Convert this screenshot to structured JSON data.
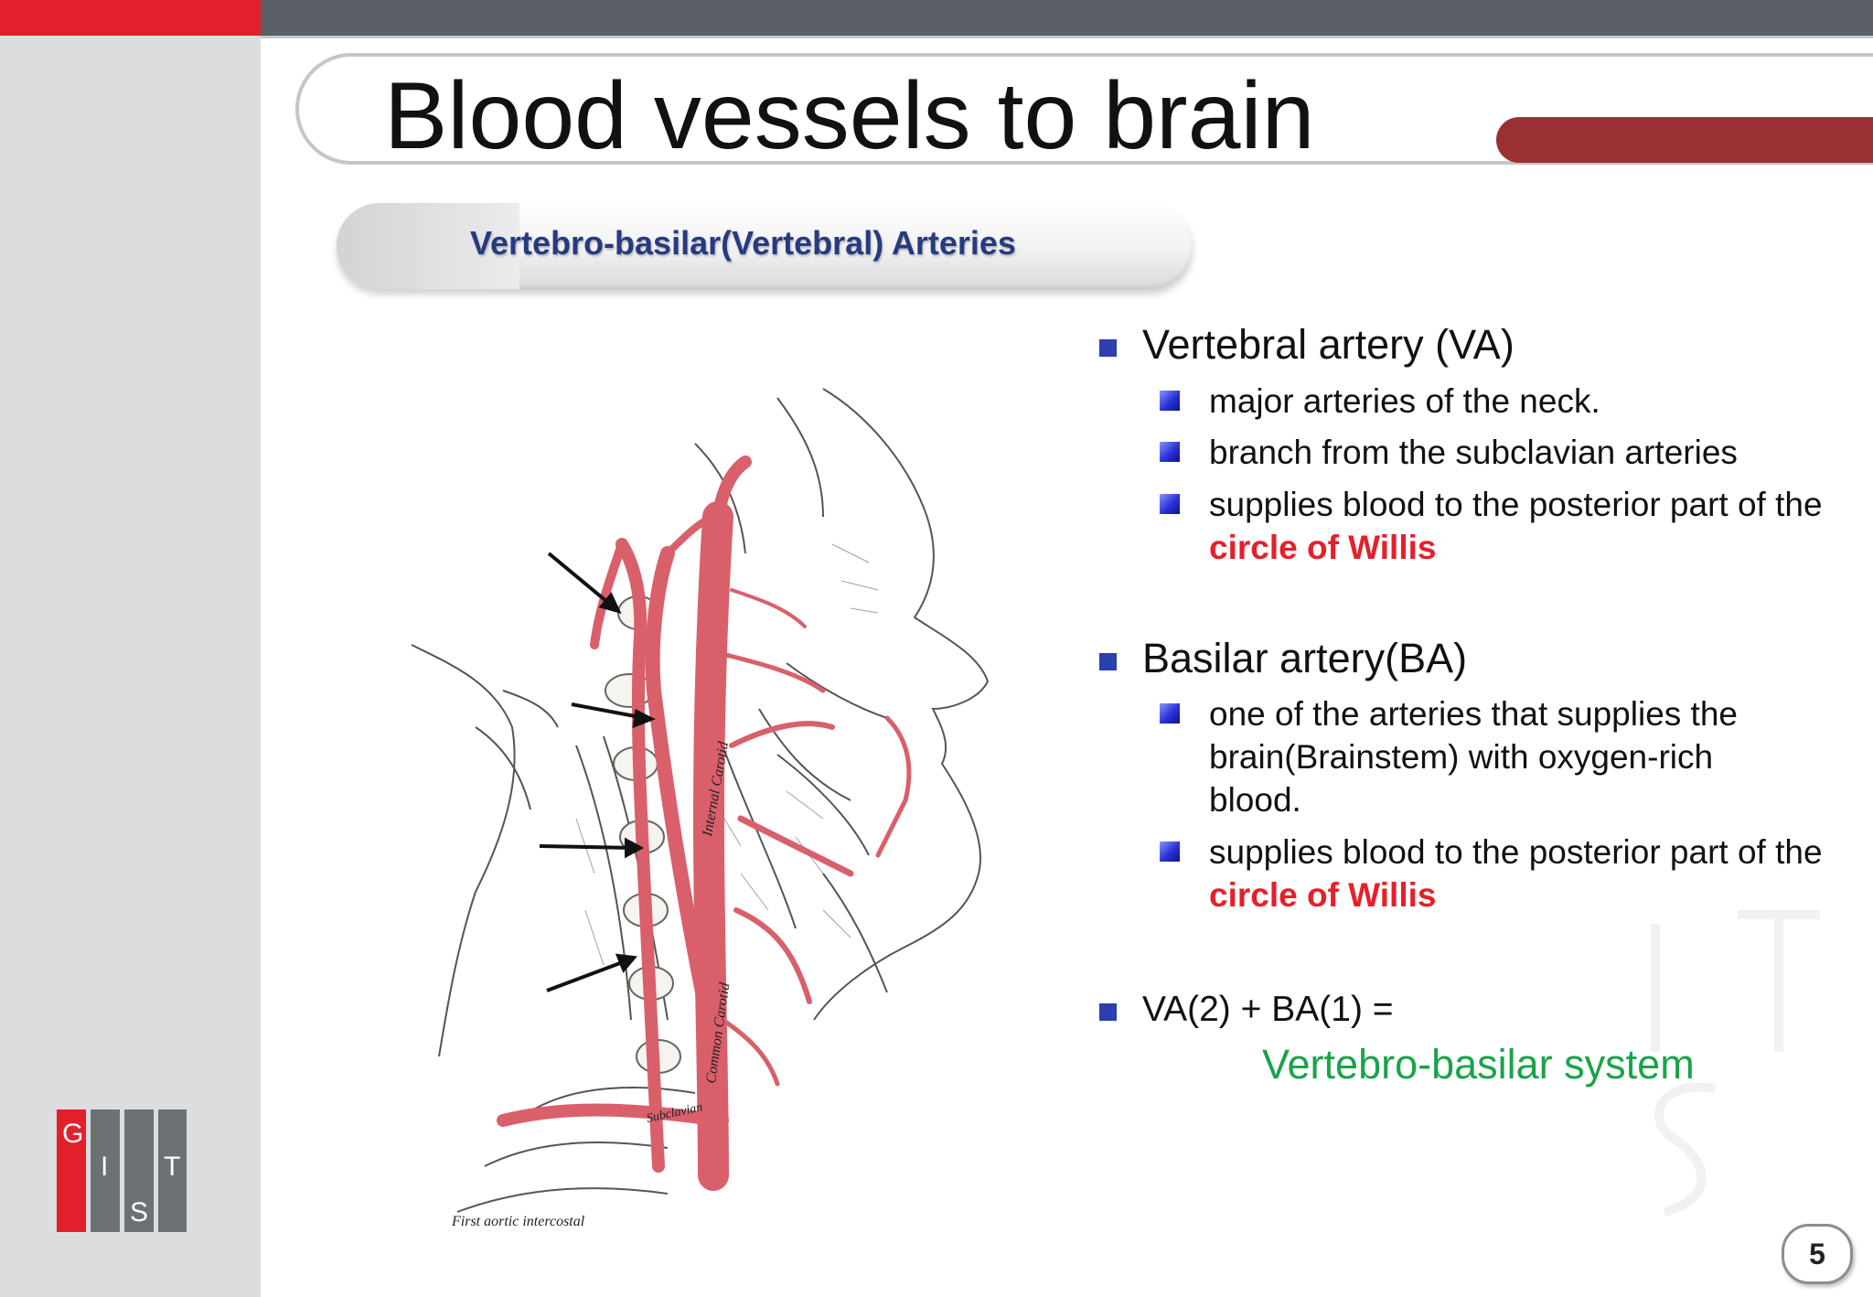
{
  "slide": {
    "title": "Blood vessels to brain",
    "subtitle": "Vertebro-basilar(Vertebral)  Arteries",
    "page_number": "5"
  },
  "sections": [
    {
      "heading": "Vertebral artery (VA)",
      "items": [
        {
          "text": "major arteries of the neck."
        },
        {
          "text": "branch from the subclavian arteries"
        },
        {
          "text_before": "supplies blood to the posterior part of the ",
          "highlight": "circle of Willis"
        }
      ]
    },
    {
      "heading": "Basilar artery(BA)",
      "items": [
        {
          "text": "one of the arteries that supplies the brain(Brainstem) with oxygen-rich blood."
        },
        {
          "text_before": "supplies blood to the posterior part of the ",
          "highlight": "circle of Willis"
        }
      ]
    },
    {
      "heading": "VA(2) + BA(1) =",
      "result": "Vertebro-basilar system"
    }
  ],
  "illustration": {
    "caption": "First aortic intercostal",
    "labels": [
      "Internal Carotid",
      "Common Carotid",
      "Subclavian"
    ]
  },
  "logo": {
    "letters": [
      "G",
      "I",
      "S",
      "T"
    ]
  },
  "colors": {
    "accent_red": "#e5202b",
    "title_accent": "#9b3034",
    "subtitle_blue": "#263a80",
    "bullet_blue": "#2c3fb0",
    "result_green": "#1aa34a",
    "artery": "#d9606b"
  }
}
